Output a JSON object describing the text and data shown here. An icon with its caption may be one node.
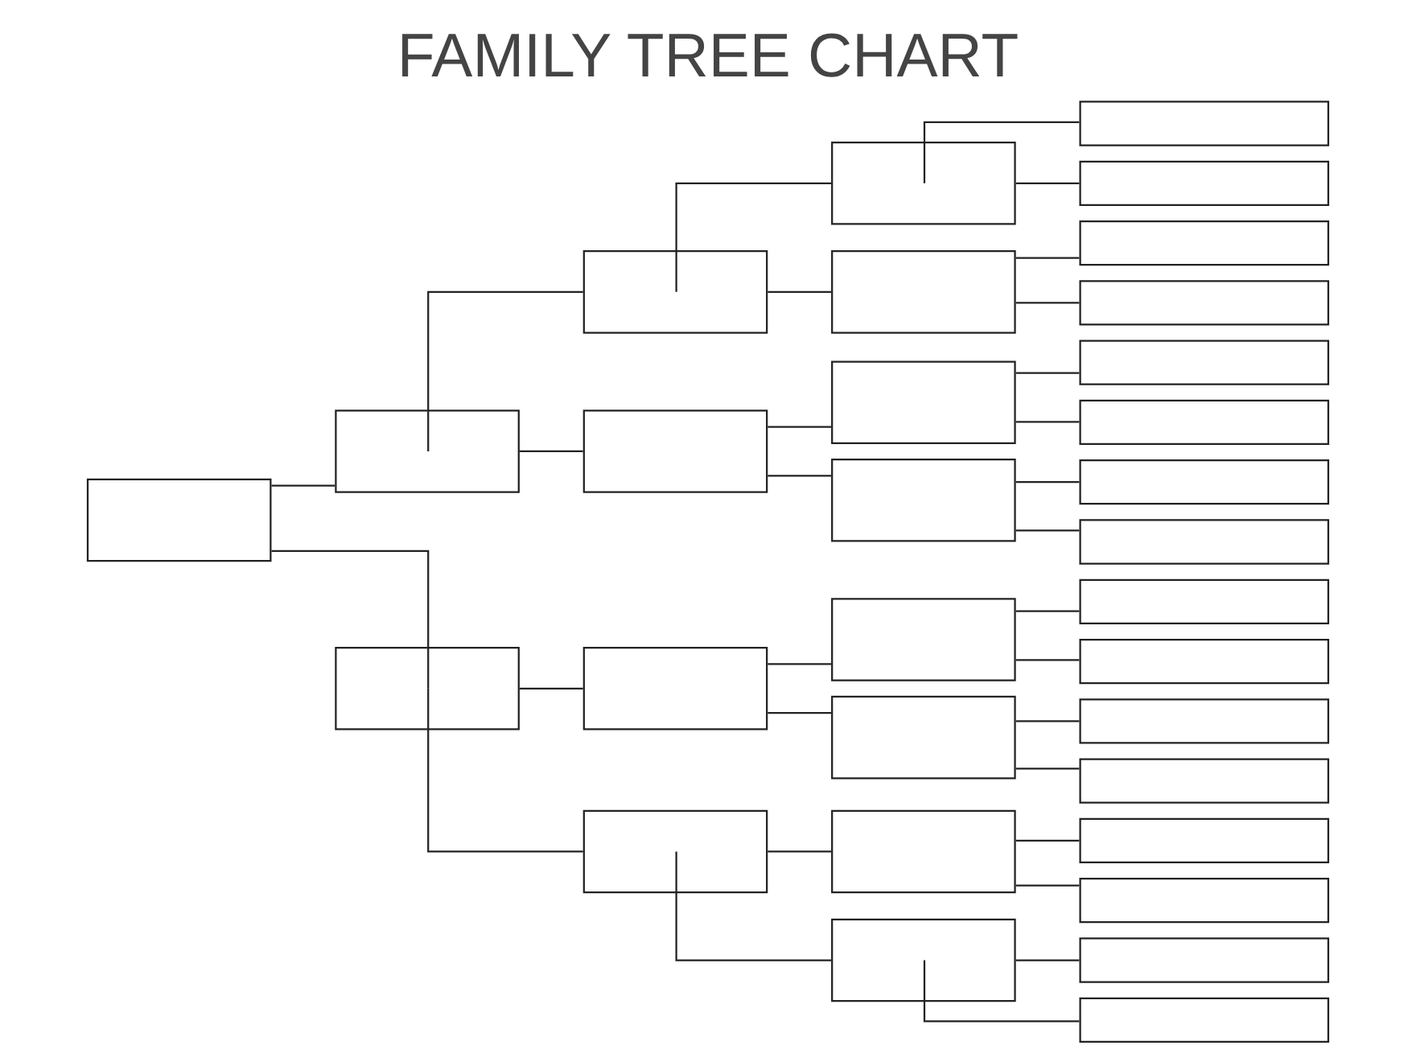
{
  "diagram": {
    "title": "FAMILY TREE CHART",
    "nodes": [
      {
        "text": [],
        "shape": "box"
      },
      {
        "text": [],
        "shape": "box"
      },
      {
        "text": [],
        "shape": "box"
      },
      {
        "text": [],
        "shape": "box"
      },
      {
        "text": [],
        "shape": "box"
      },
      {
        "text": [],
        "shape": "box"
      },
      {
        "text": [],
        "shape": "box"
      },
      {
        "text": [],
        "shape": "box"
      },
      {
        "text": [],
        "shape": "box"
      },
      {
        "text": [],
        "shape": "box"
      },
      {
        "text": [],
        "shape": "box"
      },
      {
        "text": [],
        "shape": "box"
      },
      {
        "text": [],
        "shape": "box"
      },
      {
        "text": [],
        "shape": "box"
      },
      {
        "text": [],
        "shape": "box"
      },
      {
        "text": [],
        "shape": "box"
      },
      {
        "text": [],
        "shape": "box"
      },
      {
        "text": [],
        "shape": "box"
      },
      {
        "text": [],
        "shape": "box"
      },
      {
        "text": [],
        "shape": "box"
      },
      {
        "text": [],
        "shape": "box"
      },
      {
        "text": [],
        "shape": "box"
      },
      {
        "text": [],
        "shape": "box"
      },
      {
        "text": [],
        "shape": "box"
      },
      {
        "text": [],
        "shape": "box"
      },
      {
        "text": [],
        "shape": "box"
      },
      {
        "text": [],
        "shape": "box"
      },
      {
        "text": [],
        "shape": "box"
      },
      {
        "text": [],
        "shape": "box"
      },
      {
        "text": [],
        "shape": "box"
      },
      {
        "text": [],
        "shape": "box"
      }
    ],
    "edges": [
      {
        "from": 0,
        "to": 1,
        "arrow": "none"
      },
      {
        "from": 0,
        "to": 2,
        "arrow": "none"
      },
      {
        "from": 1,
        "to": 3,
        "arrow": "none"
      },
      {
        "from": 1,
        "to": 4,
        "arrow": "none"
      },
      {
        "from": 2,
        "to": 5,
        "arrow": "none"
      },
      {
        "from": 2,
        "to": 6,
        "arrow": "none"
      },
      {
        "from": 3,
        "to": 7,
        "arrow": "none"
      },
      {
        "from": 3,
        "to": 8,
        "arrow": "none"
      },
      {
        "from": 4,
        "to": 9,
        "arrow": "none"
      },
      {
        "from": 4,
        "to": 10,
        "arrow": "none"
      },
      {
        "from": 5,
        "to": 11,
        "arrow": "none"
      },
      {
        "from": 5,
        "to": 12,
        "arrow": "none"
      },
      {
        "from": 6,
        "to": 13,
        "arrow": "none"
      },
      {
        "from": 6,
        "to": 14,
        "arrow": "none"
      },
      {
        "from": 7,
        "to": 15,
        "arrow": "none"
      },
      {
        "from": 7,
        "to": 16,
        "arrow": "none"
      },
      {
        "from": 8,
        "to": 17,
        "arrow": "none"
      },
      {
        "from": 8,
        "to": 18,
        "arrow": "none"
      },
      {
        "from": 9,
        "to": 19,
        "arrow": "none"
      },
      {
        "from": 9,
        "to": 20,
        "arrow": "none"
      },
      {
        "from": 10,
        "to": 21,
        "arrow": "none"
      },
      {
        "from": 10,
        "to": 22,
        "arrow": "none"
      },
      {
        "from": 11,
        "to": 23,
        "arrow": "none"
      },
      {
        "from": 11,
        "to": 24,
        "arrow": "none"
      },
      {
        "from": 12,
        "to": 25,
        "arrow": "none"
      },
      {
        "from": 12,
        "to": 26,
        "arrow": "none"
      },
      {
        "from": 13,
        "to": 27,
        "arrow": "none"
      },
      {
        "from": 13,
        "to": 28,
        "arrow": "none"
      },
      {
        "from": 14,
        "to": 29,
        "arrow": "none"
      },
      {
        "from": 14,
        "to": 30,
        "arrow": "none"
      }
    ]
  }
}
